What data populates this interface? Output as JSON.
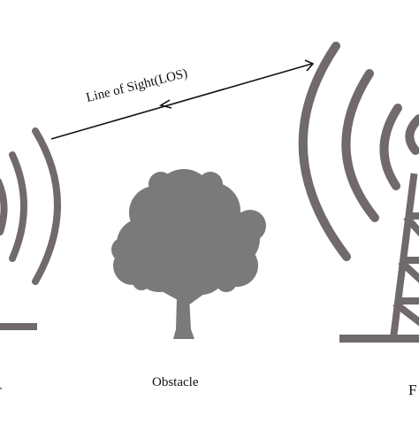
{
  "labels": {
    "line_of_sight": "Line of Sight(LOS)",
    "obstacle": "Obstacle",
    "left_partial": "r",
    "right_partial": "F"
  },
  "icons": {
    "left_antenna": "antenna-signal-icon",
    "right_tower": "cell-tower-icon",
    "tree": "tree-icon",
    "arrow": "double-arrow-icon"
  },
  "colors": {
    "icon_gray": "#706a6b",
    "tree_gray": "#7a7a7a",
    "line": "#111111",
    "text": "#111111",
    "background": "#ffffff"
  }
}
